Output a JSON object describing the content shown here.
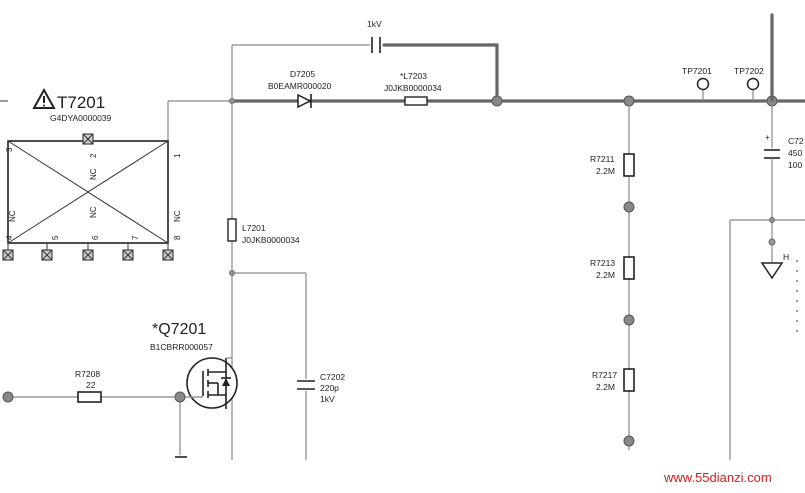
{
  "transformer": {
    "ref": "T7201",
    "part": "G4DYA0000039",
    "pins_top": [
      "3",
      "2",
      "1"
    ],
    "pins_mid": [
      "NC",
      "NC",
      "NC",
      "NC"
    ],
    "pins_bottom": [
      "4",
      "5",
      "6",
      "7",
      "8"
    ]
  },
  "cap_top": {
    "value": "1kV"
  },
  "d7205": {
    "ref": "D7205",
    "part": "B0EAMR000020"
  },
  "l7203": {
    "ref": "*L7203",
    "part": "J0JKB0000034"
  },
  "tp7201": {
    "ref": "TP7201"
  },
  "tp7202": {
    "ref": "TP7202"
  },
  "c7201_partial": {
    "ref": "C72",
    "v1": "450",
    "v2": "100",
    "sign": "+"
  },
  "r7211": {
    "ref": "R7211",
    "value": "2.2M"
  },
  "r7213": {
    "ref": "R7213",
    "value": "2.2M"
  },
  "r7217": {
    "ref": "R7217",
    "value": "2.2M"
  },
  "l7201": {
    "ref": "L7201",
    "part": "J0JKB0000034"
  },
  "q7201": {
    "ref": "*Q7201",
    "part": "B1CBRR000057"
  },
  "r7208": {
    "ref": "R7208",
    "value": "22"
  },
  "c7202": {
    "ref": "C7202",
    "v1": "220p",
    "v2": "1kV"
  },
  "ground_label": "H",
  "watermark": "www.55dianzi.com"
}
